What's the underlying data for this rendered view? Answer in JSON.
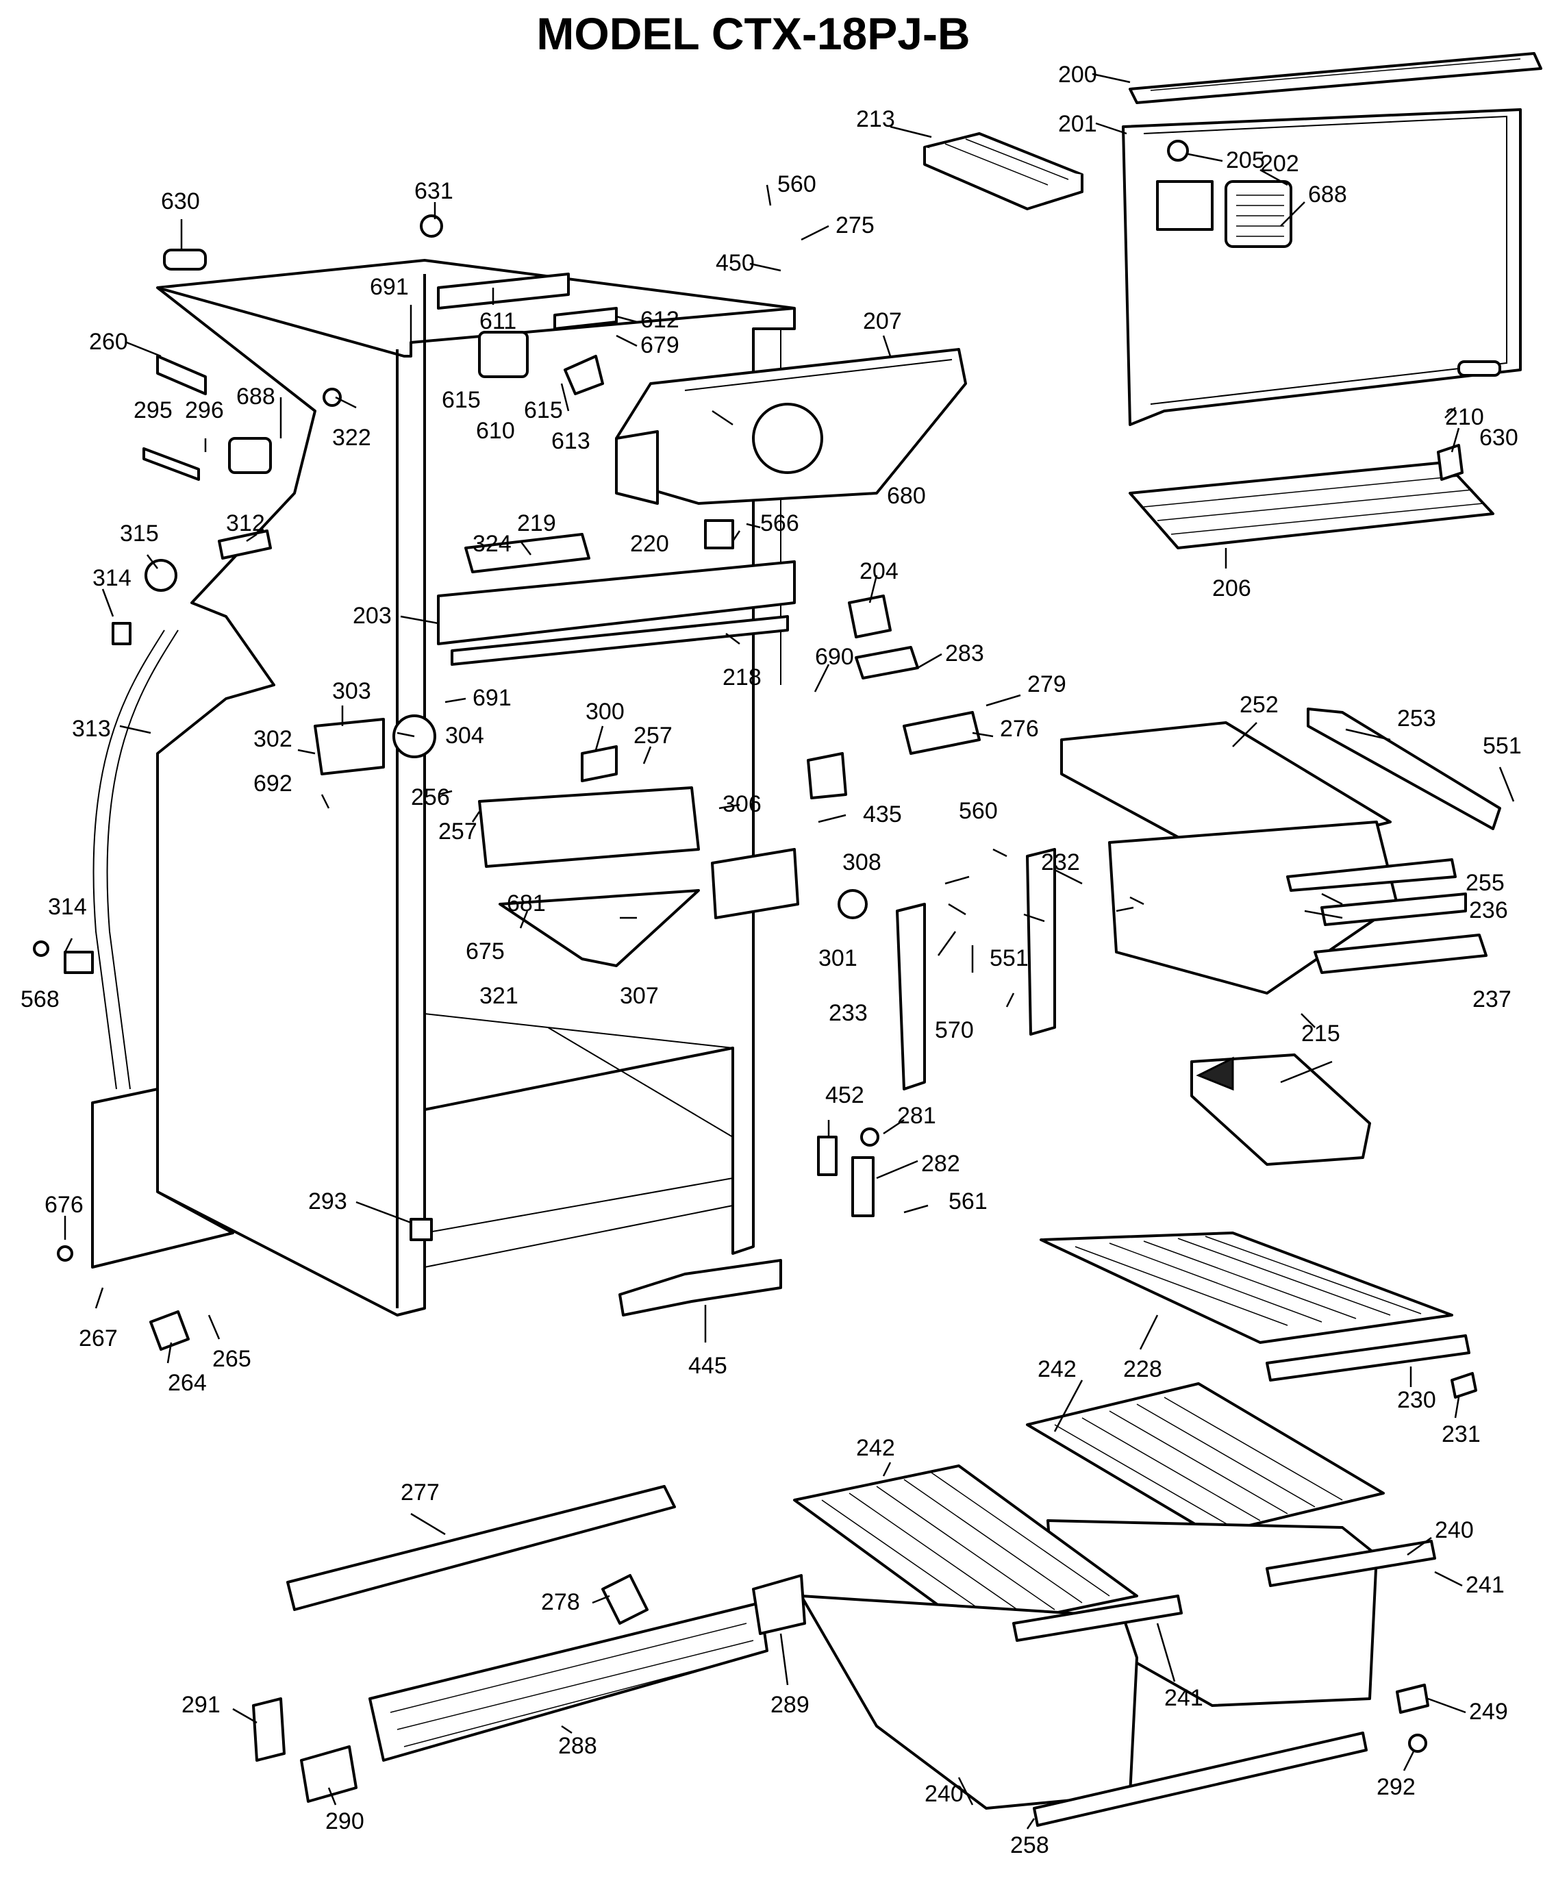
{
  "title": "MODEL CTX-18PJ-B",
  "labels": {
    "p200": "200",
    "p201": "201",
    "p205": "205",
    "p202": "202",
    "p688a": "688",
    "p213": "213",
    "p560a": "560",
    "p275": "275",
    "p450": "450",
    "p630a": "630",
    "p631": "631",
    "p691a": "691",
    "p611": "611",
    "p612": "612",
    "p679": "679",
    "p207": "207",
    "p260": "260",
    "p688b": "688",
    "p295": "295",
    "p296": "296",
    "p322": "322",
    "p615a": "615",
    "p610": "610",
    "p615b": "615",
    "p613": "613",
    "p680": "680",
    "p210": "210",
    "p630b": "630",
    "p206": "206",
    "p315": "315",
    "p312": "312",
    "p324": "324",
    "p219": "219",
    "p220": "220",
    "p566": "566",
    "p314a": "314",
    "p204": "204",
    "p203": "203",
    "p218": "218",
    "p313": "313",
    "p303": "303",
    "p691b": "691",
    "p300": "300",
    "p690": "690",
    "p283": "283",
    "p279": "279",
    "p252": "252",
    "p253": "253",
    "p551a": "551",
    "p302": "302",
    "p304": "304",
    "p257a": "257",
    "p276": "276",
    "p692": "692",
    "p256": "256",
    "p306": "306",
    "p257b": "257",
    "p435": "435",
    "p560b": "560",
    "p308": "308",
    "p232": "232",
    "p255": "255",
    "p681": "681",
    "p236": "236",
    "p314b": "314",
    "p675": "675",
    "p301": "301",
    "p551b": "551",
    "p237": "237",
    "p568": "568",
    "p307": "307",
    "p321": "321",
    "p233": "233",
    "p570": "570",
    "p215": "215",
    "p452": "452",
    "p281": "281",
    "p282": "282",
    "p676": "676",
    "p293": "293",
    "p561": "561",
    "p267": "267",
    "p265": "265",
    "p445": "445",
    "p228": "228",
    "p264": "264",
    "p242a": "242",
    "p230": "230",
    "p231": "231",
    "p242b": "242",
    "p277": "277",
    "p240a": "240",
    "p241a": "241",
    "p278": "278",
    "p291": "291",
    "p289": "289",
    "p241b": "241",
    "p249": "249",
    "p288": "288",
    "p240b": "240",
    "p292": "292",
    "p290": "290",
    "p258": "258"
  }
}
